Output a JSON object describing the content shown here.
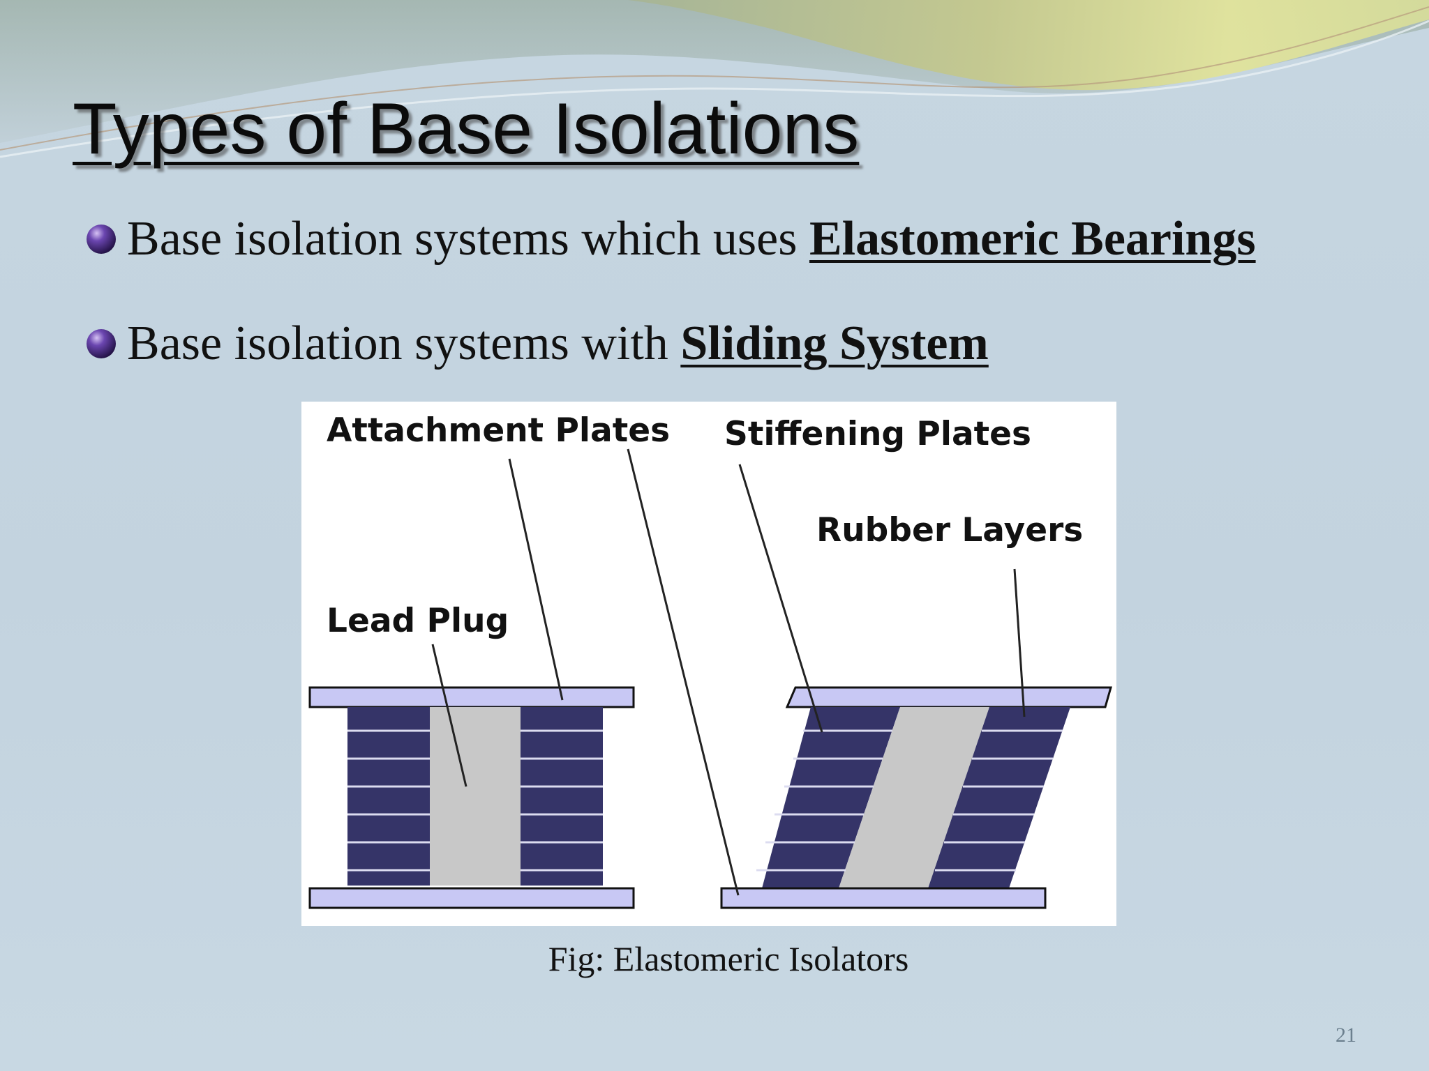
{
  "slide": {
    "title": "Types of Base Isolations",
    "bullets": [
      {
        "prefix": "Base isolation systems which uses ",
        "emphasis": "Elastomeric Bearings",
        "icon": "purple-sphere-bullet-icon"
      },
      {
        "prefix": "Base isolation systems with ",
        "emphasis": "Sliding System",
        "icon": "purple-sphere-bullet-icon"
      }
    ],
    "figure": {
      "labels": {
        "attachment_plates": "Attachment Plates",
        "stiffening_plates": "Stiffening Plates",
        "rubber_layers": "Rubber Layers",
        "lead_plug": "Lead Plug"
      },
      "caption": "Fig: Elastomeric Isolators",
      "colors": {
        "plate": "#c8c8f4",
        "rubber": "#353468",
        "lead_plug": "#c8c8c8"
      }
    },
    "page_number": "21"
  },
  "theme": {
    "background": "#c6d6e1",
    "wave_yellow": "#dfe19a",
    "wave_olive": "#b8bc84"
  }
}
